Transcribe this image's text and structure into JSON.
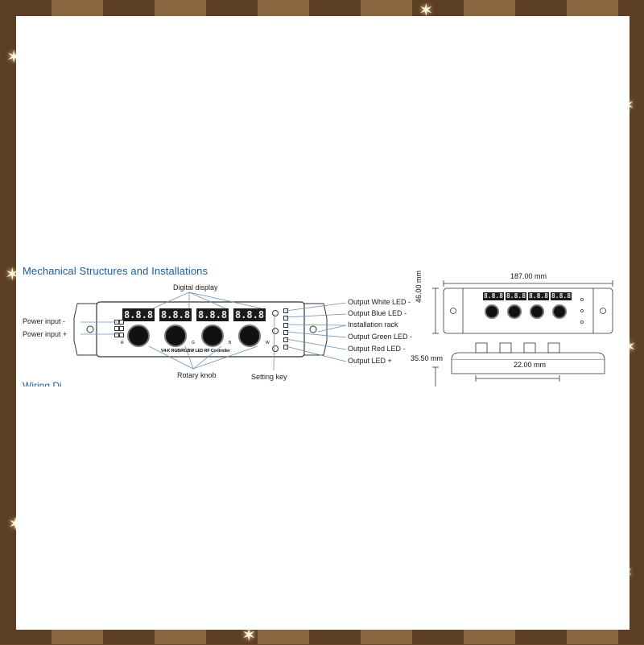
{
  "diagram": {
    "title": "Mechanical Structures and Installations",
    "labels": {
      "digital_display": "Digital display",
      "power_input_minus": "Power input -",
      "power_input_plus": "Power input +",
      "rotary_knob": "Rotary knob",
      "setting_key": "Setting key",
      "output_white": "Output White LED -",
      "output_blue": "Output Blue LED -",
      "installation_rack": "Installation rack",
      "output_green": "Output Green LED -",
      "output_red": "Output Red LED -",
      "output_led_plus": "Output LED +"
    },
    "device_model": "V4-K  RGB/RGBW LED RF Controller",
    "display_digits": [
      "8.8.8",
      "8.8.8",
      "8.8.8",
      "8.8.8"
    ],
    "knob_letters": [
      "R",
      "G",
      "B",
      "W"
    ],
    "cut_text": "Wiring Di...",
    "dimensions": {
      "length": "187.00 mm",
      "height": "46.00 mm",
      "depth": "35.50 mm",
      "knob_span": "22.00 mm"
    }
  },
  "colors": {
    "title": "#1c5aa0",
    "frame": "#6b4a2c",
    "panel": "#ffffff"
  }
}
